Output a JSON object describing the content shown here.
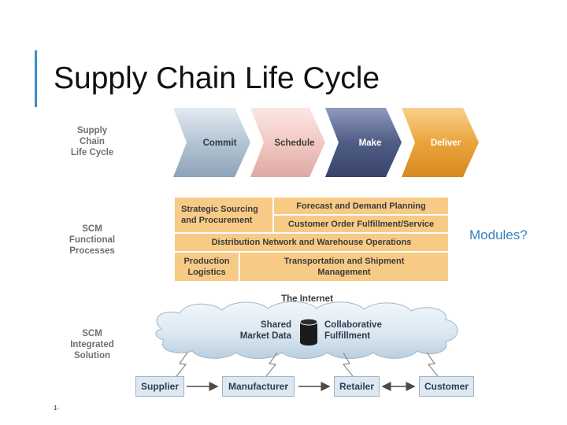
{
  "slide": {
    "title": "Supply Chain Life Cycle",
    "note": "Modules?",
    "number": "1-"
  },
  "rows": {
    "lifecycle_label": [
      "Supply",
      "Chain",
      "Life Cycle"
    ],
    "functional_label": [
      "SCM",
      "Functional",
      "Processes"
    ],
    "integrated_label": [
      "SCM",
      "Integrated",
      "Solution"
    ]
  },
  "lifecycle_steps": [
    {
      "label": "Commit",
      "color": "#b4c4d4"
    },
    {
      "label": "Schedule",
      "color": "#f2c9c4"
    },
    {
      "label": "Make",
      "color": "#4f5d86"
    },
    {
      "label": "Deliver",
      "color": "#eba43c"
    }
  ],
  "processes": {
    "strategic_sourcing": [
      "Strategic Sourcing",
      "and Procurement"
    ],
    "forecast": "Forecast and Demand Planning",
    "order_fulfillment": "Customer Order Fulfillment/Service",
    "distribution": "Distribution Network and Warehouse Operations",
    "production": [
      "Production",
      "Logistics"
    ],
    "transportation": [
      "Transportation and Shipment",
      "Management"
    ]
  },
  "integration": {
    "internet_label": "The Internet",
    "shared_data": [
      "Shared",
      "Market Data"
    ],
    "collaborative": [
      "Collaborative",
      "Fulfillment"
    ]
  },
  "partners": [
    "Supplier",
    "Manufacturer",
    "Retailer",
    "Customer"
  ],
  "colors": {
    "accent": "#3a8fc8",
    "process_fill": "#f7cb86",
    "cloud_fill": "#dbe8f2",
    "partner_fill": "#dde8f2"
  }
}
